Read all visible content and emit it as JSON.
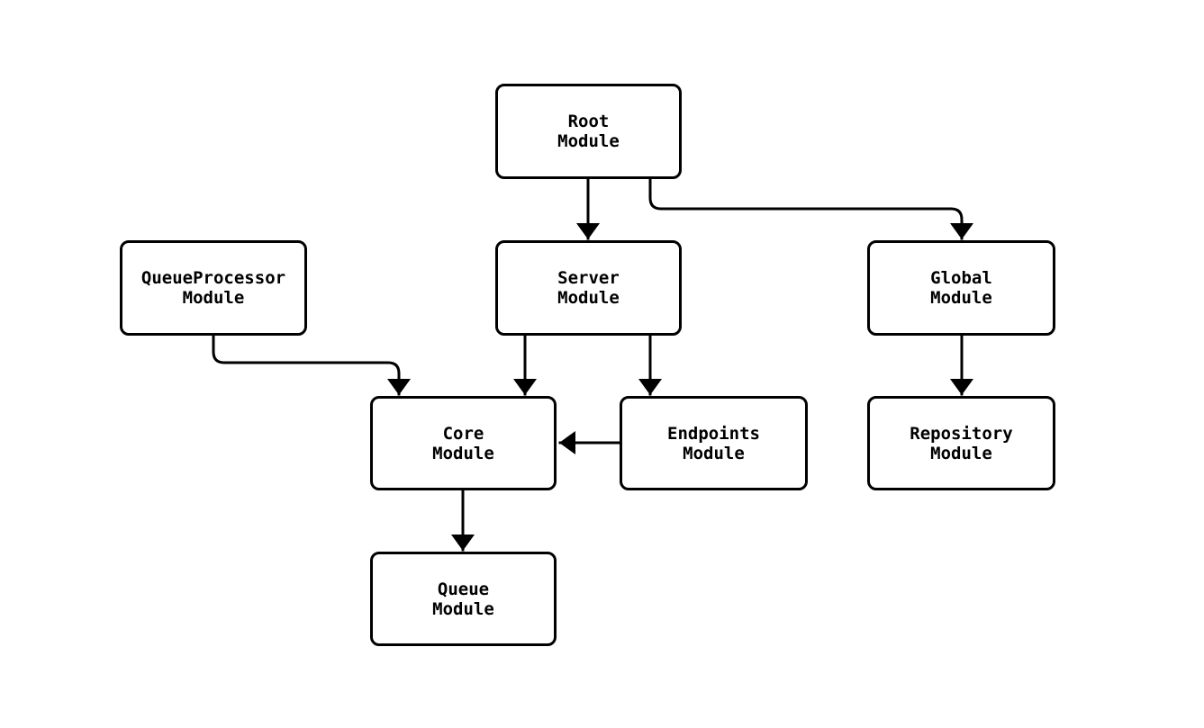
{
  "diagram": {
    "type": "flowchart",
    "background_color": "#ffffff",
    "node_border_color": "#000000",
    "node_fill_color": "#ffffff",
    "text_color": "#000000",
    "arrow_color": "#000000",
    "nodes": {
      "root": {
        "label": "Root\nModule"
      },
      "queue_processor": {
        "label": "QueueProcessor\nModule"
      },
      "server": {
        "label": "Server\nModule"
      },
      "global": {
        "label": "Global\nModule"
      },
      "core": {
        "label": "Core\nModule"
      },
      "endpoints": {
        "label": "Endpoints\nModule"
      },
      "repository": {
        "label": "Repository\nModule"
      },
      "queue": {
        "label": "Queue\nModule"
      }
    },
    "edges": [
      {
        "from": "Root Module",
        "to": "Server Module",
        "style": "solid-arrow"
      },
      {
        "from": "Root Module",
        "to": "Global Module",
        "style": "solid-arrow"
      },
      {
        "from": "QueueProcessor Module",
        "to": "Core Module",
        "style": "solid-arrow"
      },
      {
        "from": "Server Module",
        "to": "Core Module",
        "style": "solid-arrow"
      },
      {
        "from": "Server Module",
        "to": "Endpoints Module",
        "style": "solid-arrow"
      },
      {
        "from": "Endpoints Module",
        "to": "Core Module",
        "style": "solid-arrow"
      },
      {
        "from": "Global Module",
        "to": "Repository Module",
        "style": "solid-arrow"
      },
      {
        "from": "Core Module",
        "to": "Queue Module",
        "style": "solid-arrow"
      }
    ]
  }
}
